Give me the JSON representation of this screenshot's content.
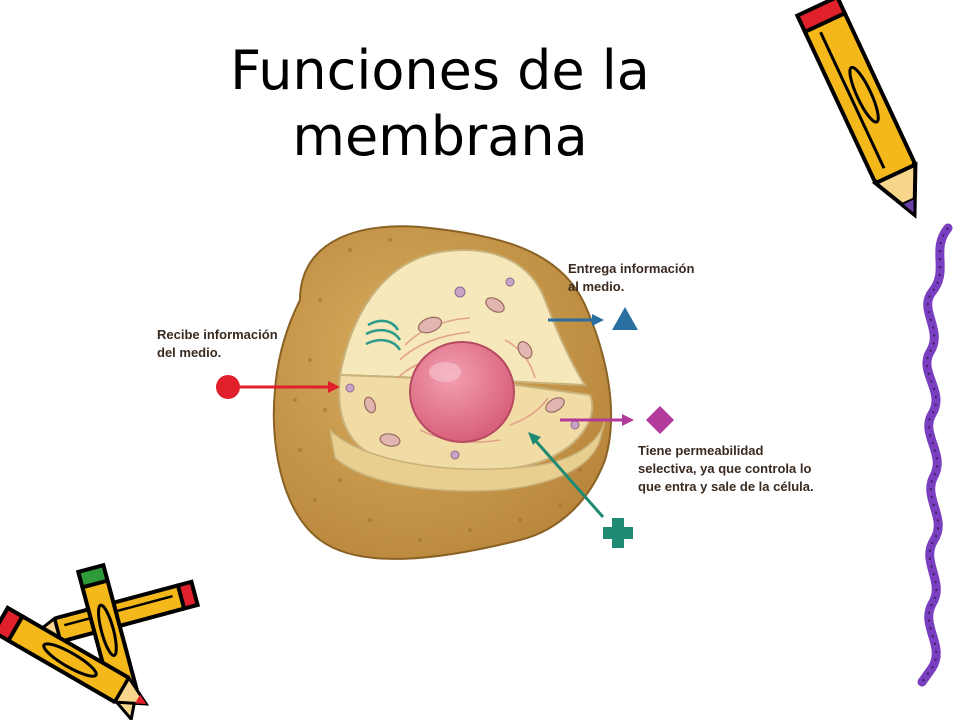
{
  "slide": {
    "title": "Funciones de la membrana"
  },
  "diagram": {
    "labels": {
      "receives": "Recibe información\ndel medio.",
      "delivers": "Entrega información\nal medio.",
      "permeability": "Tiene permeabilidad\nselectiva, ya que controla lo\nque entra y sale de la célula."
    },
    "colors": {
      "cell_outer": "#c79a4a",
      "cytoplasm": "#f3e3b0",
      "nucleus": "#e57b90",
      "arrow_red": "#e0202a",
      "arrow_blue": "#2a6fa1",
      "arrow_purple": "#b13a9a",
      "arrow_teal": "#1f8a73"
    },
    "markers": [
      "red-circle",
      "blue-triangle",
      "purple-diamond",
      "teal-cross"
    ]
  },
  "decorations": [
    "pencil-top-right",
    "pencils-bottom-left",
    "purple-squiggle-border"
  ]
}
